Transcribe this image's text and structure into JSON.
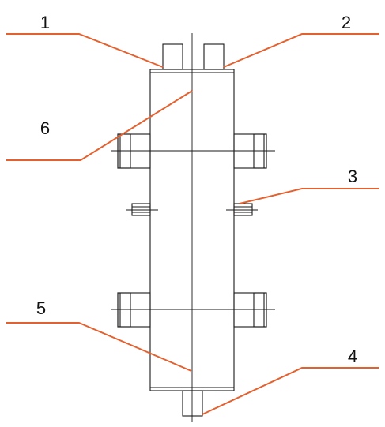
{
  "diagram": {
    "callouts": [
      {
        "id": "1",
        "label": "1"
      },
      {
        "id": "2",
        "label": "2"
      },
      {
        "id": "3",
        "label": "3"
      },
      {
        "id": "4",
        "label": "4"
      },
      {
        "id": "5",
        "label": "5"
      },
      {
        "id": "6",
        "label": "6"
      }
    ],
    "colors": {
      "drawing": "#1a1a1a",
      "leader": "#e4612f",
      "text": "#111111",
      "background": "#ffffff"
    }
  }
}
